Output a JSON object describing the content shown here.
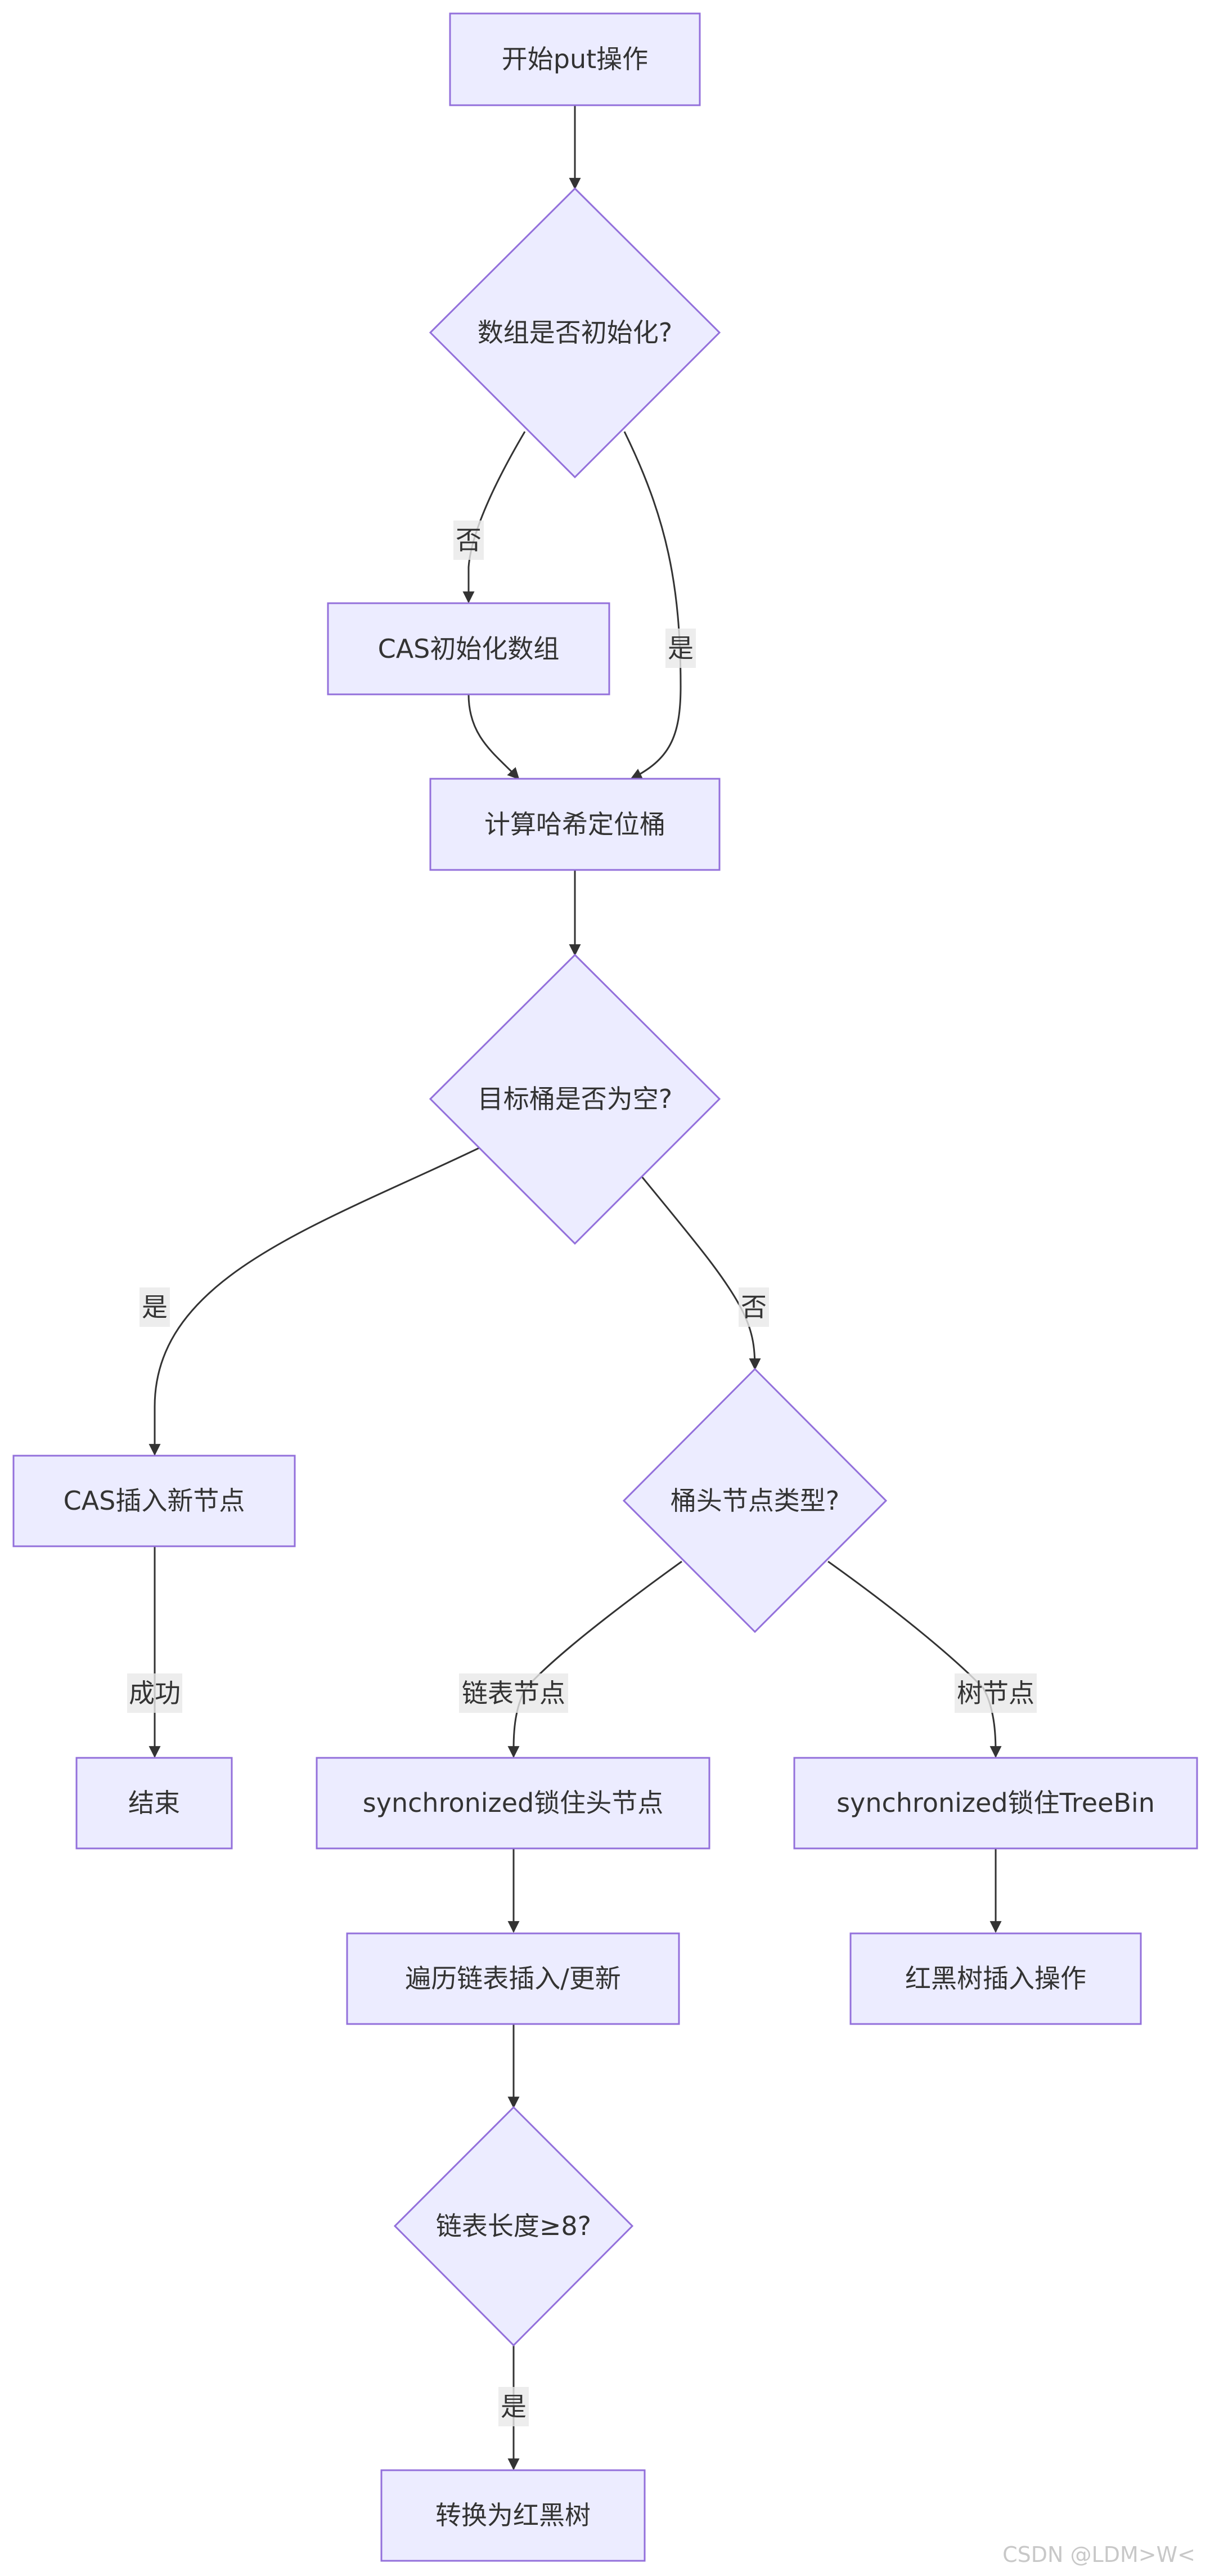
{
  "flowchart": {
    "nodes": {
      "start": "开始put操作",
      "array_init_check": "数组是否初始化?",
      "cas_init_array": "CAS初始化数组",
      "compute_hash": "计算哈希定位桶",
      "bucket_empty_check": "目标桶是否为空?",
      "cas_insert_node": "CAS插入新节点",
      "head_node_type_check": "桶头节点类型?",
      "end": "结束",
      "sync_lock_head": "synchronized锁住头节点",
      "sync_lock_treebin": "synchronized锁住TreeBin",
      "traverse_list": "遍历链表插入/更新",
      "rb_tree_insert": "红黑树插入操作",
      "list_length_check": "链表长度≥8?",
      "convert_rb_tree": "转换为红黑树"
    },
    "edge_labels": {
      "no_init": "否",
      "yes_init": "是",
      "yes_empty": "是",
      "no_empty": "否",
      "success": "成功",
      "linked_list": "链表节点",
      "tree_node": "树节点",
      "yes_length": "是"
    }
  },
  "colors": {
    "node_fill": "#ececff",
    "node_stroke": "#9370db",
    "edge": "#333333",
    "edge_label_bg": "#e8e8e8"
  },
  "watermark": "CSDN @LDM>W<"
}
